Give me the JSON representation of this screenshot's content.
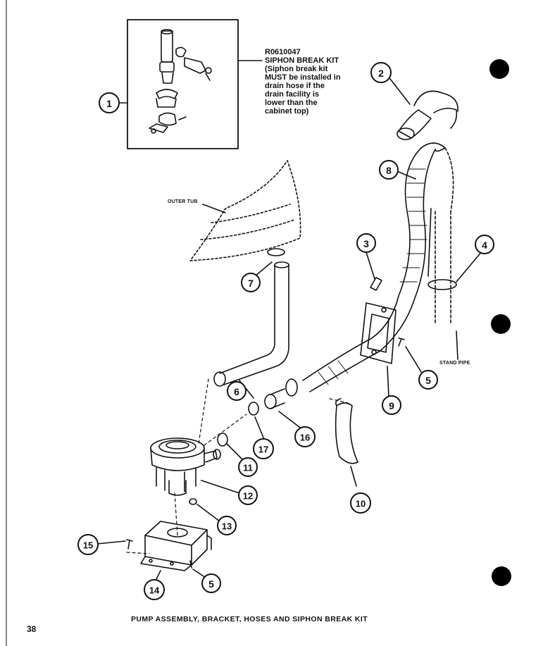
{
  "kit": {
    "part_number": "R0610047",
    "name": "SIPHON BREAK KIT",
    "note_lines": [
      "(Siphon break kit",
      "MUST be installed in",
      "drain hose if the",
      "drain facility is",
      "lower than the",
      "cabinet top)"
    ]
  },
  "labels": {
    "outer_tub": "OUTER TUB",
    "stand_pipe": "STAND PIPE"
  },
  "callouts": [
    "1",
    "2",
    "3",
    "4",
    "5",
    "6",
    "7",
    "8",
    "9",
    "10",
    "11",
    "12",
    "13",
    "14",
    "15",
    "5",
    "16",
    "17"
  ],
  "caption": "PUMP ASSEMBLY, BRACKET, HOSES AND SIPHON BREAK KIT",
  "page_number": "38"
}
